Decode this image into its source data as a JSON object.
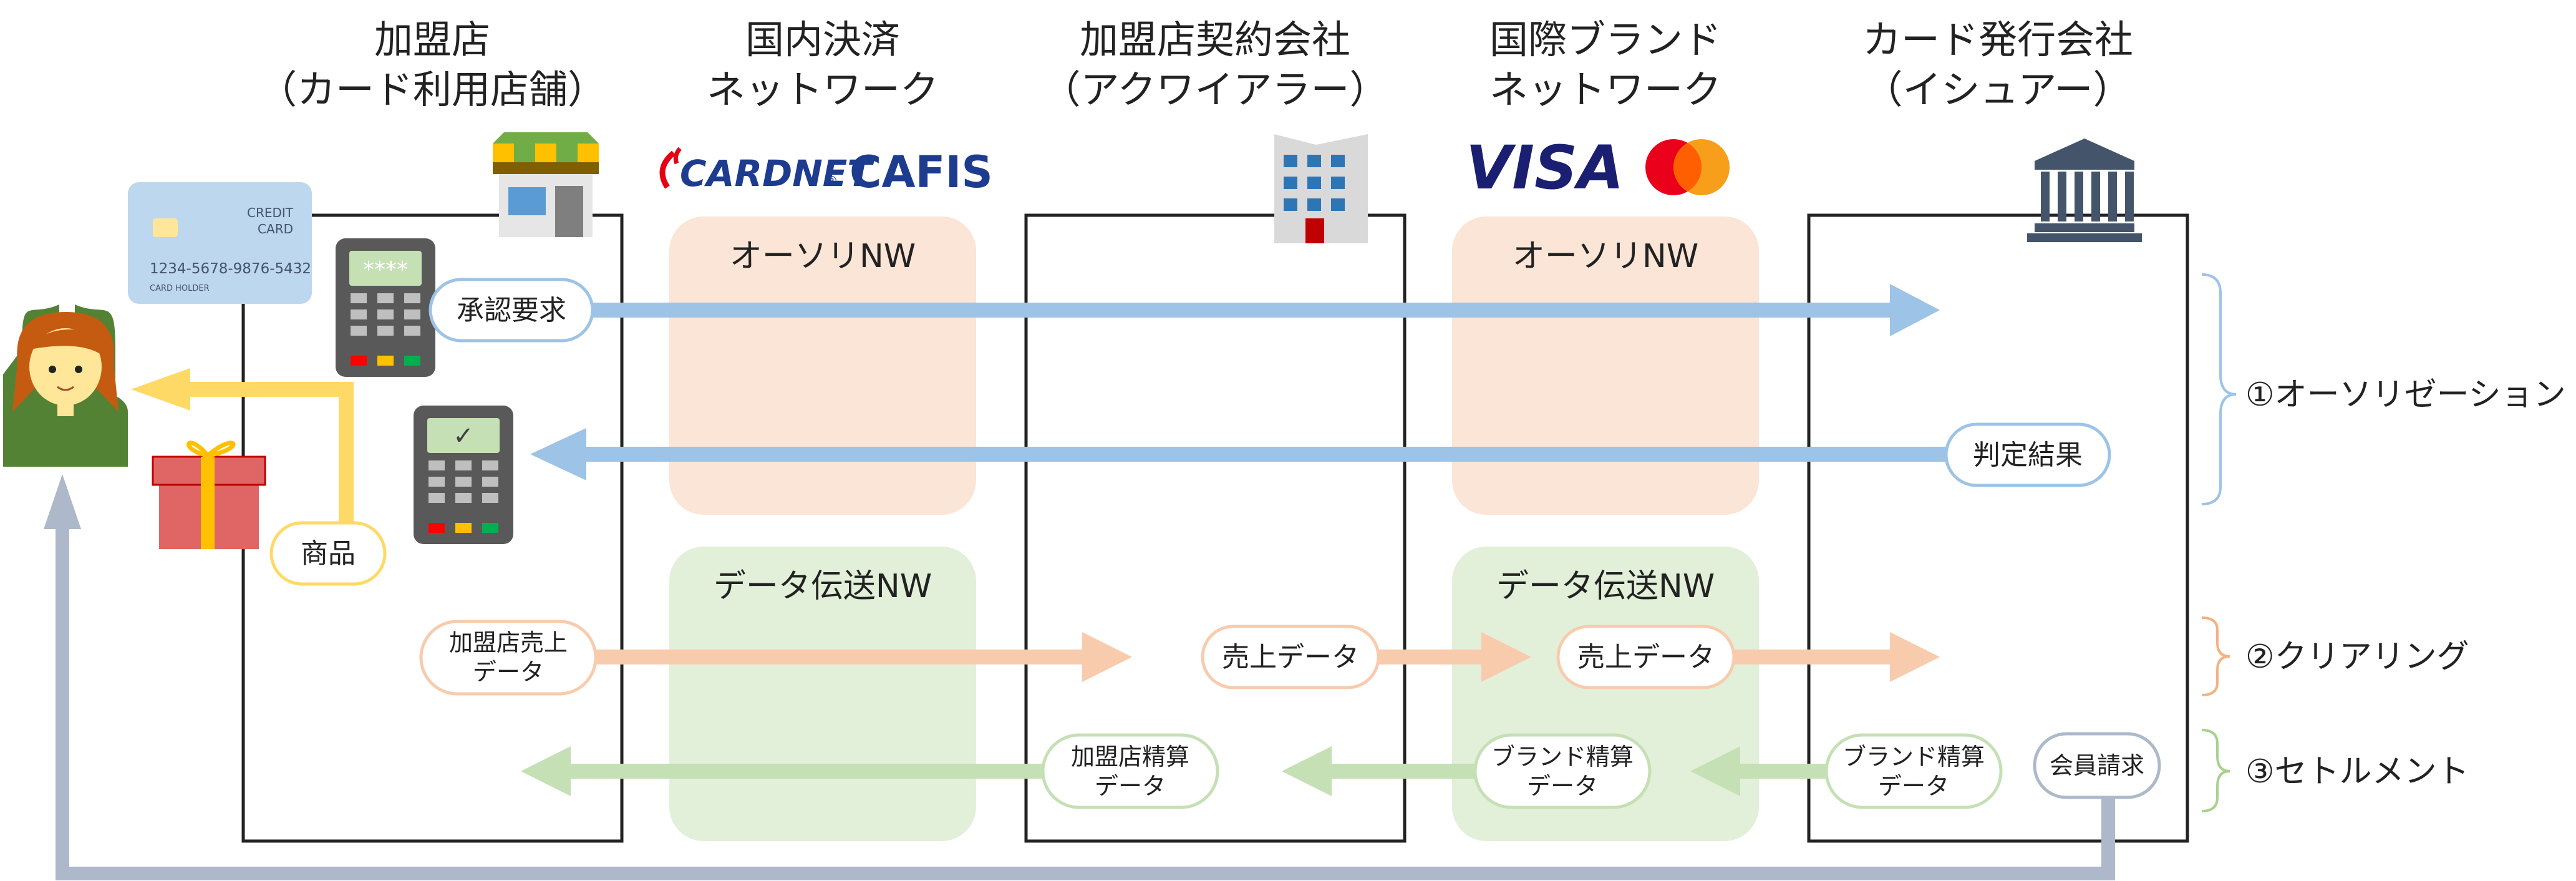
{
  "columns": {
    "merchant": {
      "line1": "加盟店",
      "line2": "（カード利用店舗）"
    },
    "domestic": {
      "line1": "国内決済",
      "line2": "ネットワーク"
    },
    "acquirer": {
      "line1": "加盟店契約会社",
      "line2": "（アクワイアラー）"
    },
    "brand": {
      "line1": "国際ブランド",
      "line2": "ネットワーク"
    },
    "issuer": {
      "line1": "カード発行会社",
      "line2": "（イシュアー）"
    }
  },
  "networks": {
    "auth_domestic": "オーソリNW",
    "auth_brand": "オーソリNW",
    "data_domestic": "データ伝送NW",
    "data_brand": "データ伝送NW"
  },
  "logos": {
    "cardnet": "CARDNET",
    "cardnet_mark": "®",
    "cafis": "CAFIS",
    "visa": "VISA"
  },
  "card": {
    "line1": "CREDIT",
    "line2": "CARD",
    "number": "1234-5678-9876-5432",
    "holder": "CARD HOLDER"
  },
  "terminal": {
    "pin": "****",
    "check": "✓"
  },
  "labels": {
    "approval_request": "承認要求",
    "judgment_result": "判定結果",
    "goods": "商品",
    "merchant_sales_line1": "加盟店売上",
    "merchant_sales_line2": "データ",
    "sales_data_1": "売上データ",
    "sales_data_2": "売上データ",
    "merchant_settlement_line1": "加盟店精算",
    "merchant_settlement_line2": "データ",
    "brand_settlement_1_line1": "ブランド精算",
    "brand_settlement_1_line2": "データ",
    "brand_settlement_2_line1": "ブランド精算",
    "brand_settlement_2_line2": "データ",
    "member_billing": "会員請求"
  },
  "phases": {
    "authorization": "①オーソリゼーション",
    "clearing": "②クリアリング",
    "settlement": "③セトルメント"
  },
  "colors": {
    "auth_arrow": "#9dc3e6",
    "clearing_arrow": "#f8cbad",
    "settlement_arrow": "#c5e0b4",
    "return_arrow": "#adb9ca",
    "goods_arrow": "#ffd966",
    "auth_nw_fill": "#fbe5d6",
    "data_nw_fill": "#e2f0d9",
    "clearing_brace": "#f4b183",
    "settlement_brace": "#a9d18e",
    "auth_brace": "#9dc3e6",
    "cardnet_red": "#e60012",
    "cardnet_blue": "#1d3c8f",
    "visa_blue": "#1a1f71",
    "mastercard_red": "#eb001b",
    "mastercard_orange": "#f79e1b"
  },
  "icons": [
    "store-icon",
    "building-icon",
    "bank-icon",
    "credit-card-icon",
    "payment-terminal-icon",
    "person-icon",
    "gift-box-icon",
    "mastercard-logo"
  ]
}
